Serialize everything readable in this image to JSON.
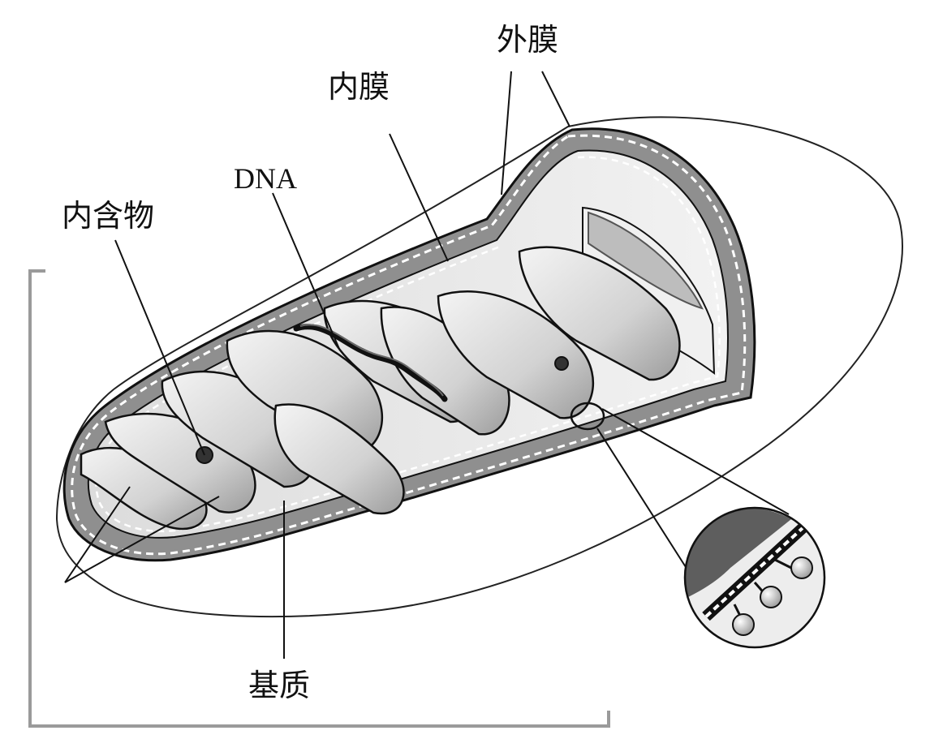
{
  "labels": {
    "outer_membrane": "外膜",
    "inner_membrane": "内膜",
    "dna": "DNA",
    "inclusion": "内含物",
    "matrix": "基质"
  },
  "colors": {
    "ink": "#111111",
    "membrane_fill": "#8a8a8a",
    "matrix_fill": "#e6e6e6",
    "bracket": "#9a9a9a"
  }
}
